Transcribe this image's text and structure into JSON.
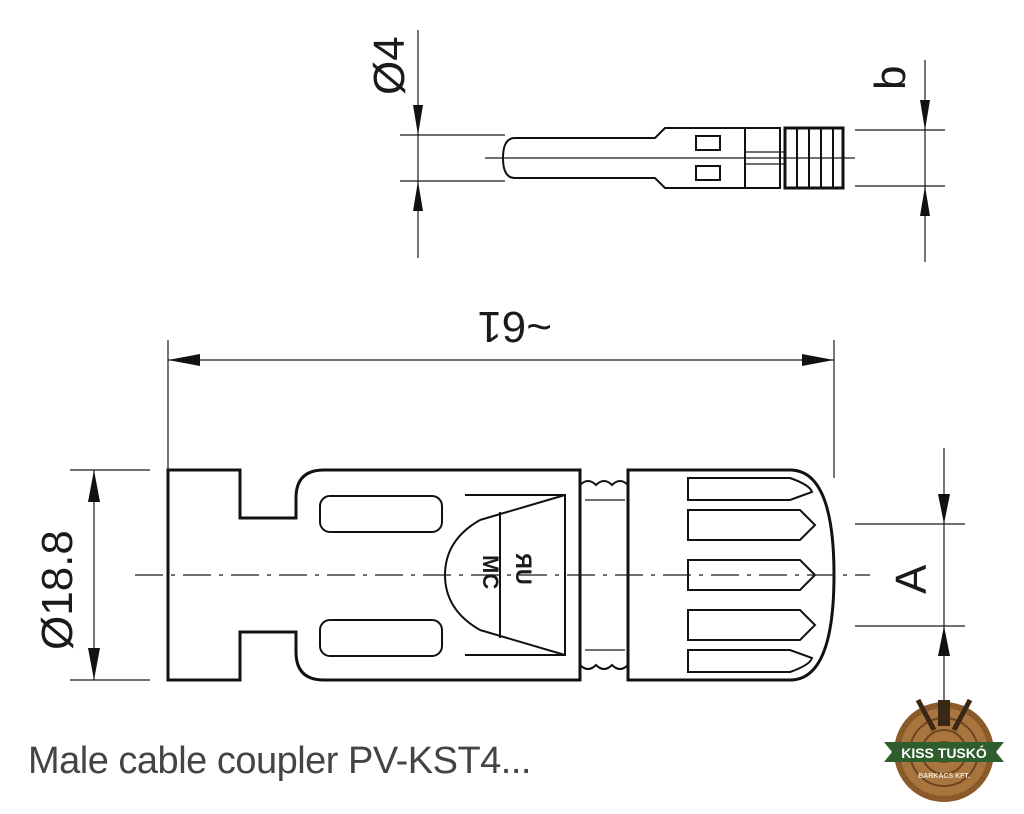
{
  "dimensions": {
    "pin_diameter": "Ø4",
    "pin_b": "b",
    "total_length": "~61",
    "body_diameter": "Ø18.8",
    "cable_a": "A"
  },
  "body_markings": {
    "brand": "MC",
    "cert": "ЯU"
  },
  "caption": "Male cable coupler PV-KST4...",
  "logo": {
    "name": "KISS TUSKÓ",
    "sub": "BARKÁCS KFT.",
    "colors": {
      "wood": "#8a5a2b",
      "ribbon": "#2f5d2e",
      "dark": "#3b2716"
    }
  }
}
